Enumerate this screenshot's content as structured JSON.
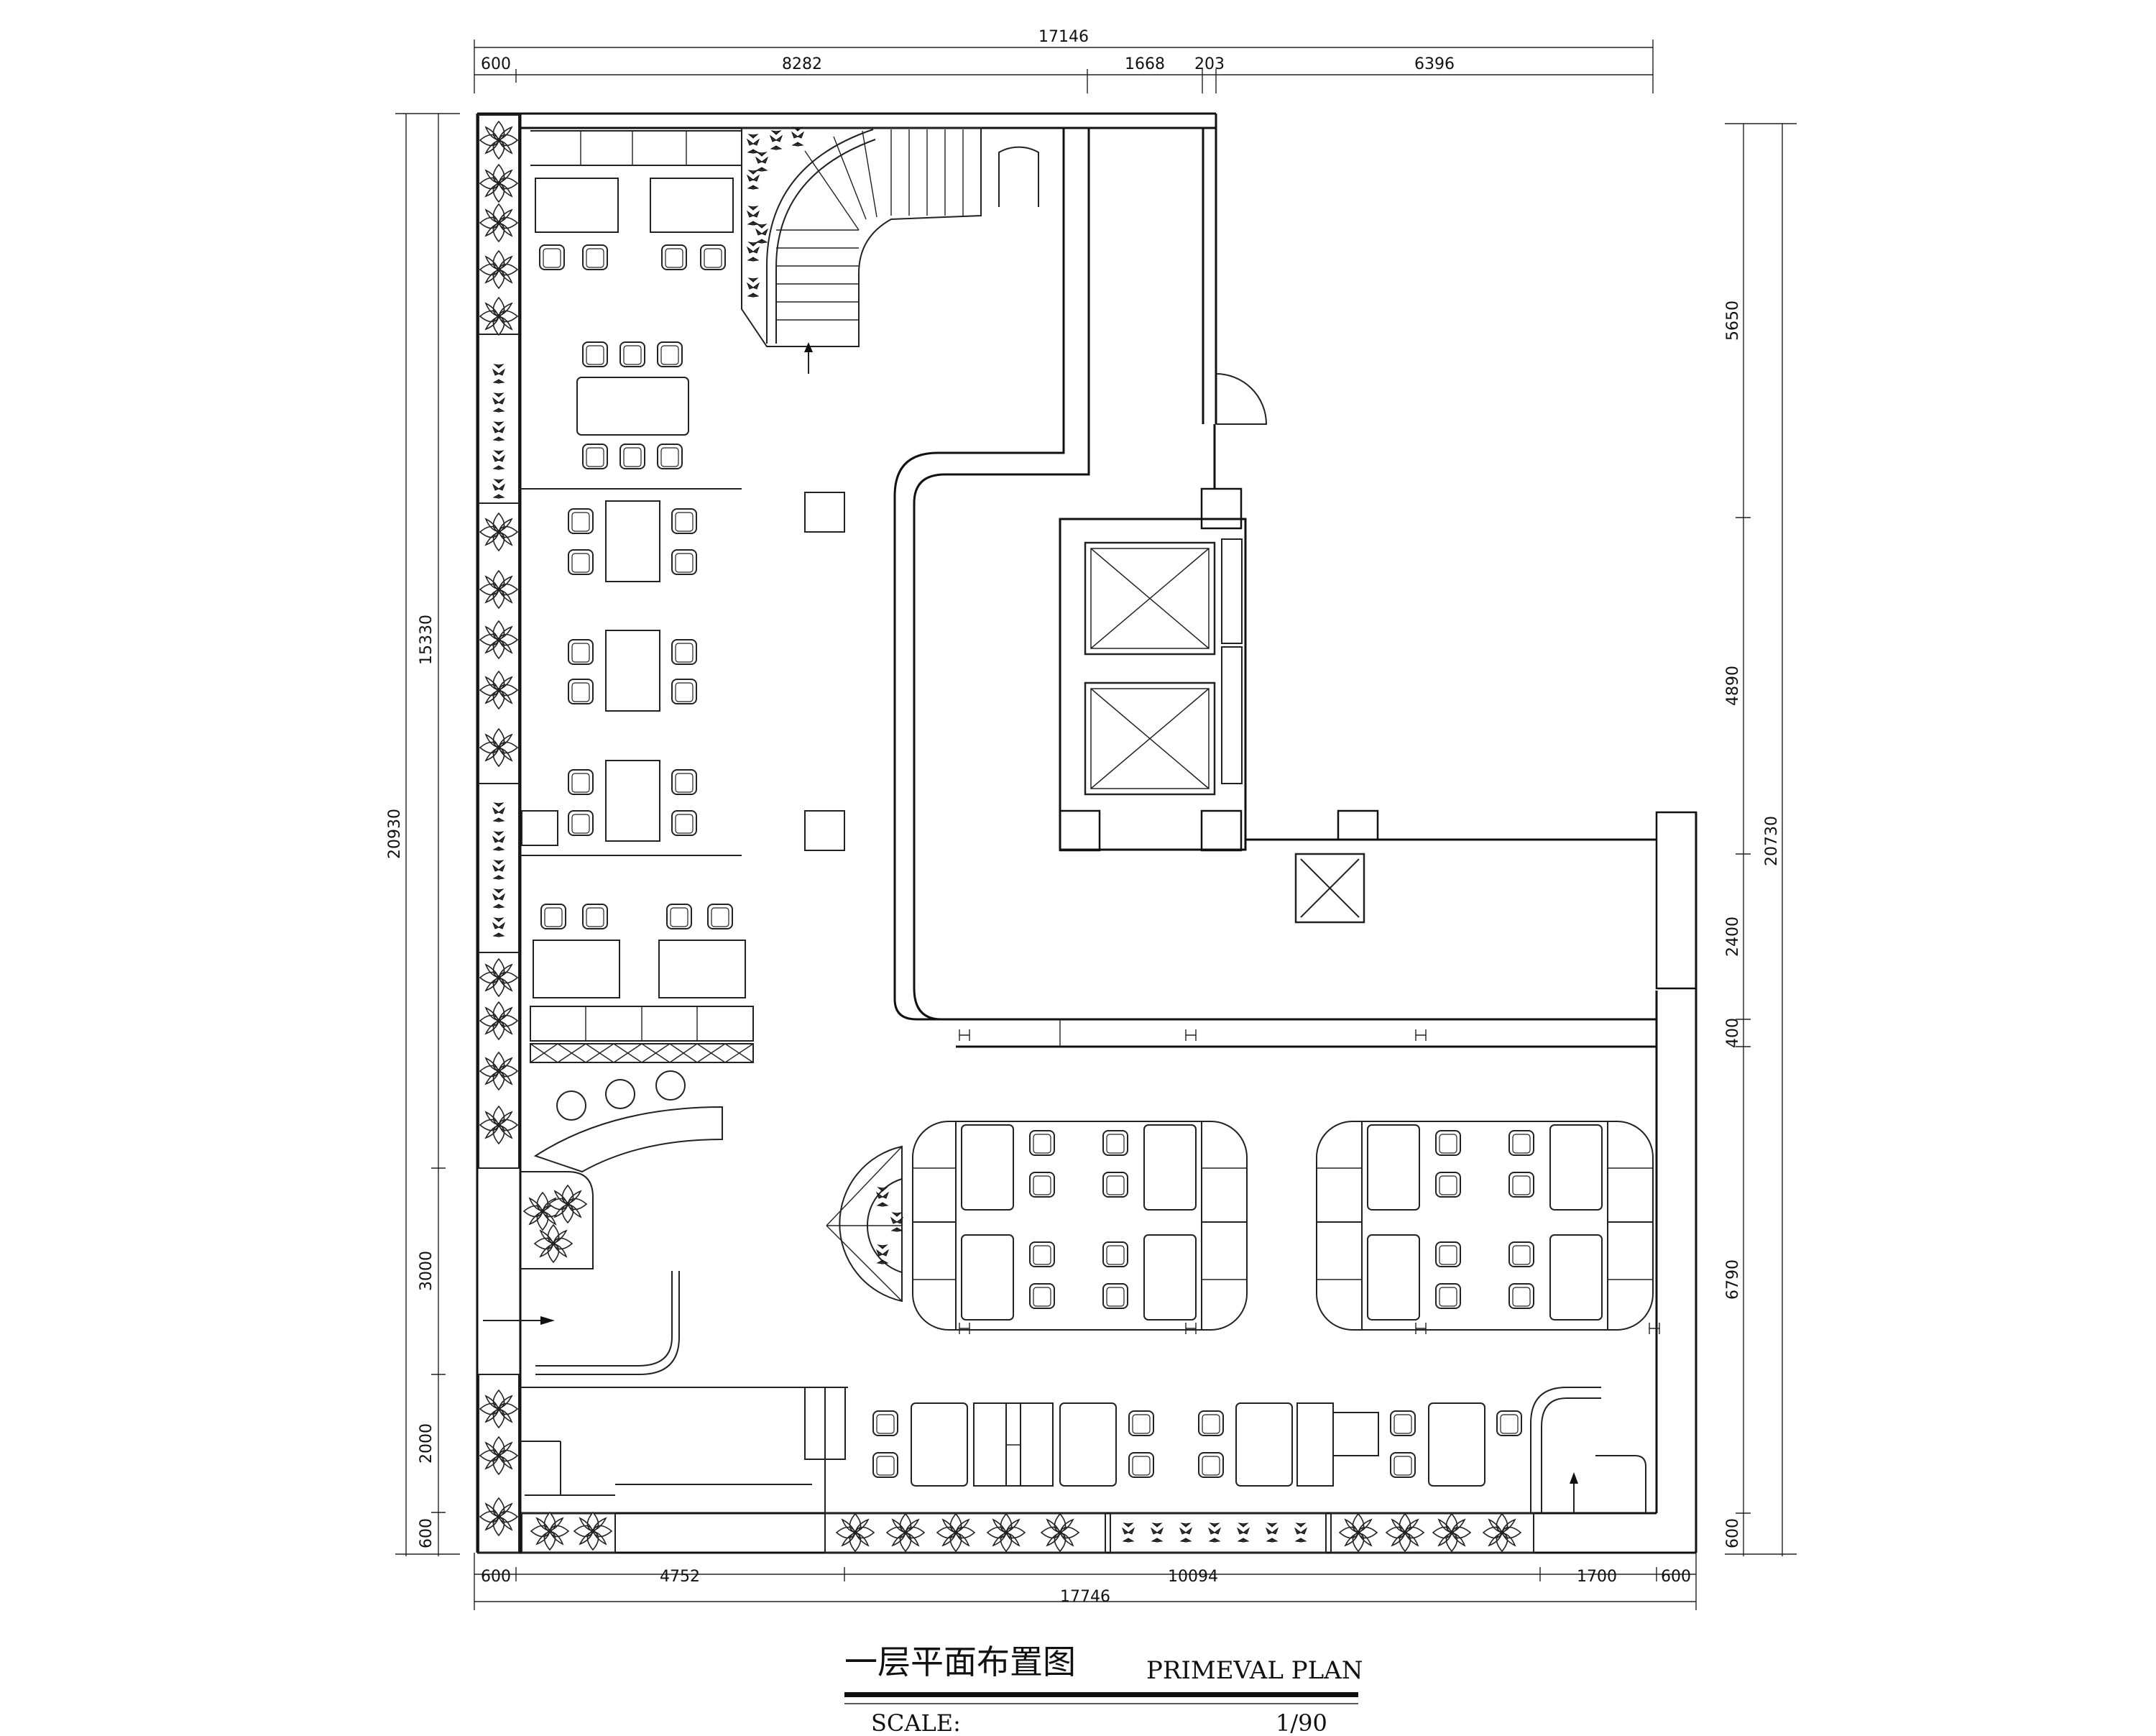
{
  "title": {
    "cn": "一层平面布置图",
    "en": "PRIMEVAL PLAN",
    "scale_label": "SCALE:",
    "scale_value": "1/90"
  },
  "dimensions": {
    "top_overall": "17146",
    "top_segments": [
      "600",
      "8282",
      "1668",
      "203",
      "6396"
    ],
    "bottom_overall": "17746",
    "bottom_segments": [
      "600",
      "4752",
      "10094",
      "1700",
      "600"
    ],
    "left_overall": "20930",
    "left_segments": [
      "15330",
      "3000",
      "2000",
      "600"
    ],
    "right_overall": "20730",
    "right_segments": [
      "5650",
      "4890",
      "2400",
      "400",
      "6790",
      "600"
    ]
  },
  "icons": {
    "plant": "plant-icon",
    "elevator": "elevator-icon",
    "arrow": "arrow-icon"
  }
}
